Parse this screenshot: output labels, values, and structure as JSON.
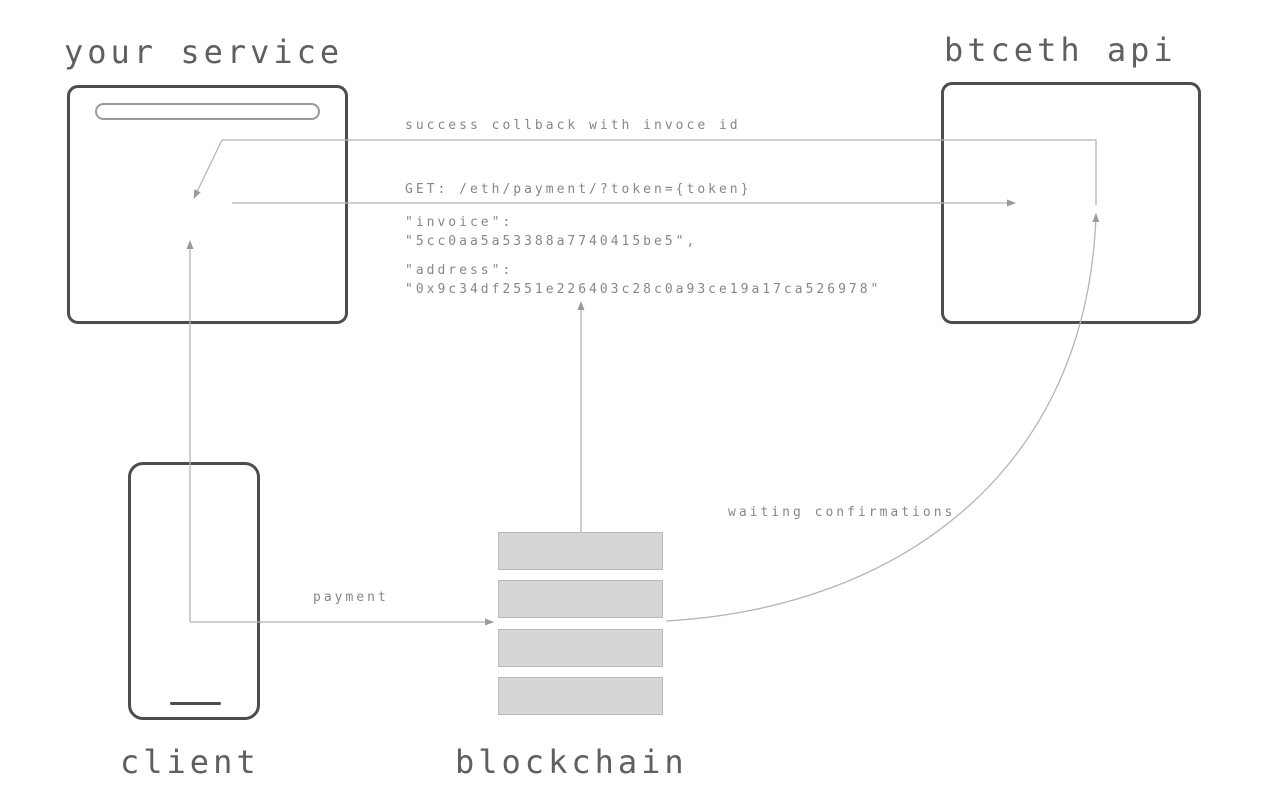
{
  "diagram": {
    "nodes": {
      "your_service": {
        "label": "your service",
        "shape": "browser-window"
      },
      "btceth_api": {
        "label": "btceth api",
        "shape": "box"
      },
      "client": {
        "label": "client",
        "shape": "phone"
      },
      "blockchain": {
        "label": "blockchain",
        "shape": "block-stack",
        "block_count": 4
      }
    },
    "messages": {
      "success_callback": "success collback with invoce id",
      "get_request": "GET: /eth/payment/?token={token}",
      "invoice_key": "\"invoice\":",
      "invoice_value": "\"5cc0aa5a53388a7740415be5\",",
      "address_key": "\"address\":",
      "address_value": "\"0x9c34df2551e226403c28c0a93ce19a17ca526978\"",
      "waiting_confirmations": "waiting confirmations",
      "payment": "payment"
    },
    "arrows": [
      {
        "name": "success-callback-arrow",
        "from": "btceth_api",
        "to": "your_service"
      },
      {
        "name": "get-request-arrow",
        "from": "your_service",
        "to": "btceth_api"
      },
      {
        "name": "client-to-service-arrow",
        "from": "client",
        "to": "your_service"
      },
      {
        "name": "payment-arrow",
        "from": "client",
        "to": "blockchain"
      },
      {
        "name": "blockchain-response-arrow",
        "from": "blockchain",
        "to": "invoice-response"
      },
      {
        "name": "waiting-confirmations-arrow",
        "from": "blockchain",
        "to": "btceth_api"
      }
    ],
    "colors": {
      "background": "#ffffff",
      "box_border": "#4d4d4d",
      "bar_border": "#9a9a9a",
      "arrow_line": "#b5b5b5",
      "arrowhead": "#9a9a9a",
      "small_label": "#878787",
      "title_label": "#5f5f5f",
      "block_fill": "#d6d6d6",
      "block_border": "#b9b9b9"
    }
  }
}
